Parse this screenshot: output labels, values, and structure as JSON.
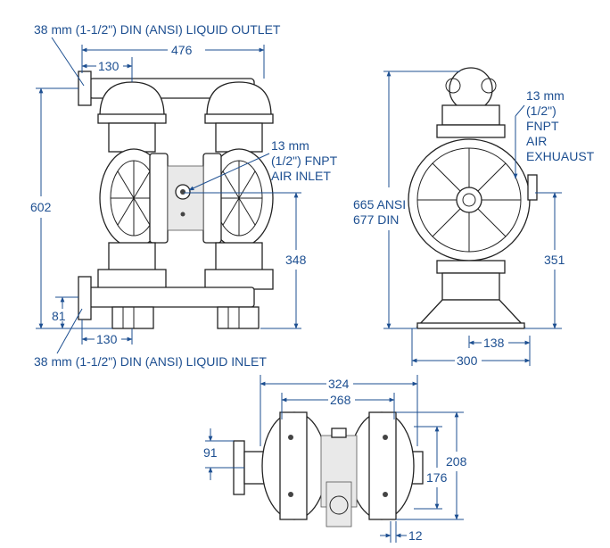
{
  "front_view": {
    "outlet_label": "38 mm (1-1/2\") DIN (ANSI) LIQUID OUTLET",
    "inlet_label": "38 mm (1-1/2\") DIN (ANSI) LIQUID INLET",
    "width_total": "476",
    "flange_offset_top": "130",
    "flange_offset_bottom": "130",
    "height_total": "602",
    "inlet_height": "81",
    "air_inlet_height": "348",
    "air_inlet_label": [
      "13 mm",
      "(1/2\") FNPT",
      "AIR INLET"
    ]
  },
  "side_view": {
    "height_label": [
      "665 ANSI",
      "677 DIN"
    ],
    "exhaust_label": [
      "13 mm",
      "(1/2\")",
      "FNPT",
      "AIR",
      "EXHUAUST"
    ],
    "exhaust_height": "351",
    "depth_half": "138",
    "depth_total": "300"
  },
  "top_view": {
    "width_outer": "324",
    "width_inner": "268",
    "flange_width": "91",
    "depth_outer": "208",
    "depth_inner": "176",
    "offset_small": "12"
  }
}
